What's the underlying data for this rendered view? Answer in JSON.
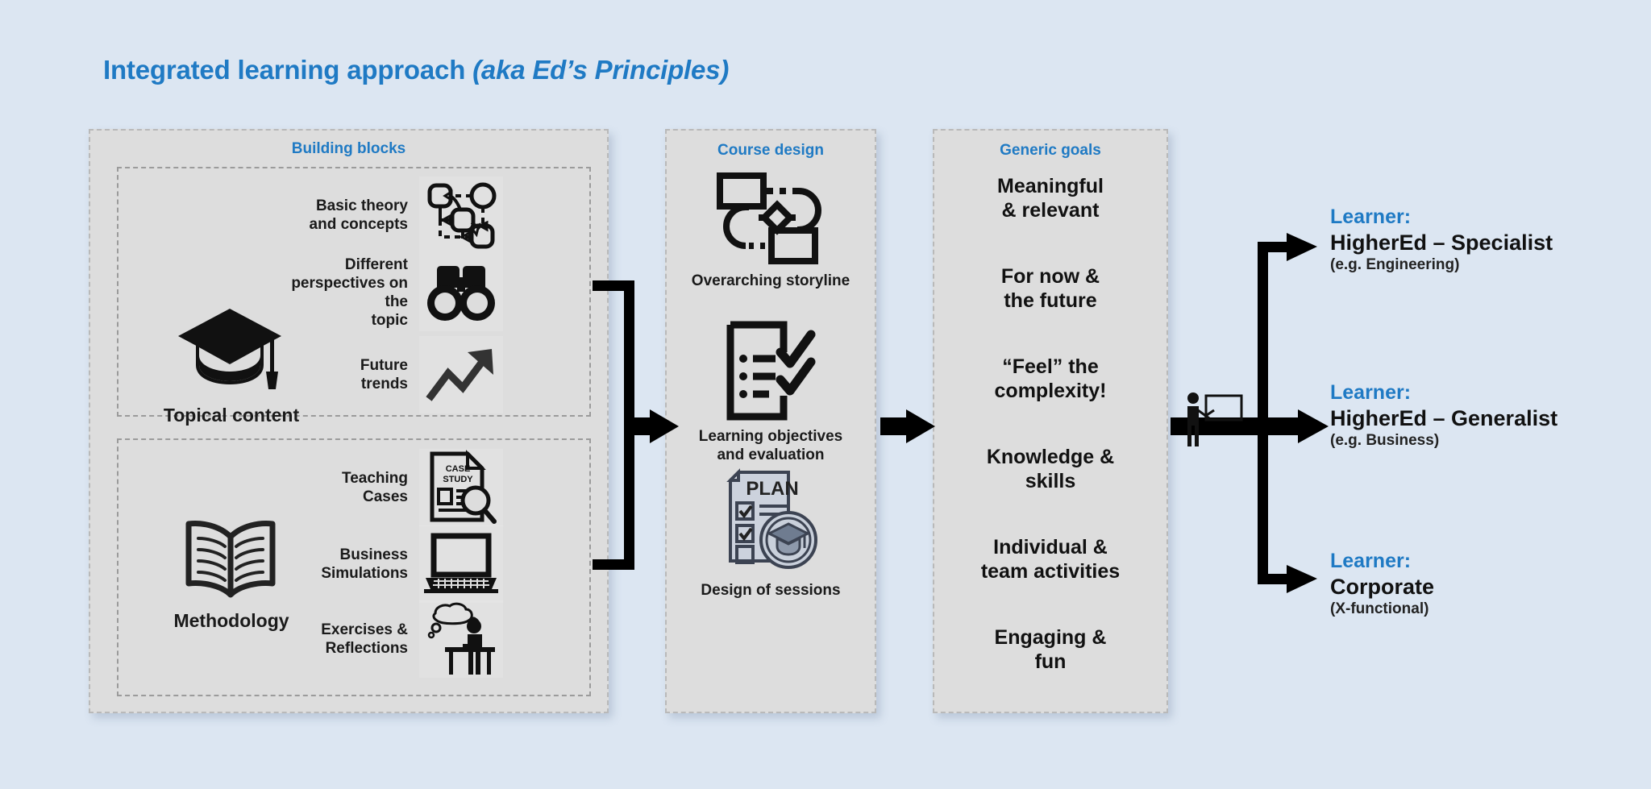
{
  "title": {
    "main": "Integrated learning approach",
    "aka": " (aka Ed’s Principles)"
  },
  "colors": {
    "background": "#dce6f2",
    "panel": "#dddddd",
    "accent_blue": "#1f7ac4",
    "text": "#1a1a1a",
    "arrow": "#000000"
  },
  "building_blocks": {
    "heading": "Building blocks",
    "groups": [
      {
        "label": "Topical  content",
        "icon": "graduation-cap-icon",
        "items": [
          {
            "label": "Basic theory\nand concepts",
            "icon": "concept-network-icon"
          },
          {
            "label": "Different\nperspectives on the\ntopic",
            "icon": "binoculars-icon"
          },
          {
            "label": "Future\ntrends",
            "icon": "trend-arrow-icon"
          }
        ]
      },
      {
        "label": "Methodology",
        "icon": "open-book-icon",
        "items": [
          {
            "label": "Teaching\nCases",
            "icon": "case-study-icon",
            "icon_text": [
              "CASE",
              "STUDY"
            ]
          },
          {
            "label": "Business\nSimulations",
            "icon": "laptop-icon"
          },
          {
            "label": "Exercises &\nReflections",
            "icon": "person-thinking-desk-icon"
          }
        ]
      }
    ]
  },
  "course_design": {
    "heading": "Course design",
    "items": [
      {
        "caption": "Overarching storyline",
        "icon": "flow-storyline-icon"
      },
      {
        "caption": "Learning objectives\nand evaluation",
        "icon": "checklist-document-icon"
      },
      {
        "caption": "Design of sessions",
        "icon": "plan-checklist-graduation-icon",
        "icon_text": "PLAN"
      }
    ]
  },
  "generic_goals": {
    "heading": "Generic goals",
    "items": [
      "Meaningful\n& relevant",
      "For now &\nthe future",
      "“Feel” the\ncomplexity!",
      "Knowledge &\nskills",
      "Individual &\nteam activities",
      "Engaging &\nfun"
    ]
  },
  "outcomes": {
    "presenter_icon": "presenter-whiteboard-icon",
    "learners": [
      {
        "lead": "Learner:",
        "name": "HigherEd – Specialist",
        "sub": "(e.g. Engineering)"
      },
      {
        "lead": "Learner:",
        "name": "HigherEd – Generalist",
        "sub": "(e.g. Business)"
      },
      {
        "lead": "Learner:",
        "name": "Corporate",
        "sub": "(X-functional)"
      }
    ]
  }
}
